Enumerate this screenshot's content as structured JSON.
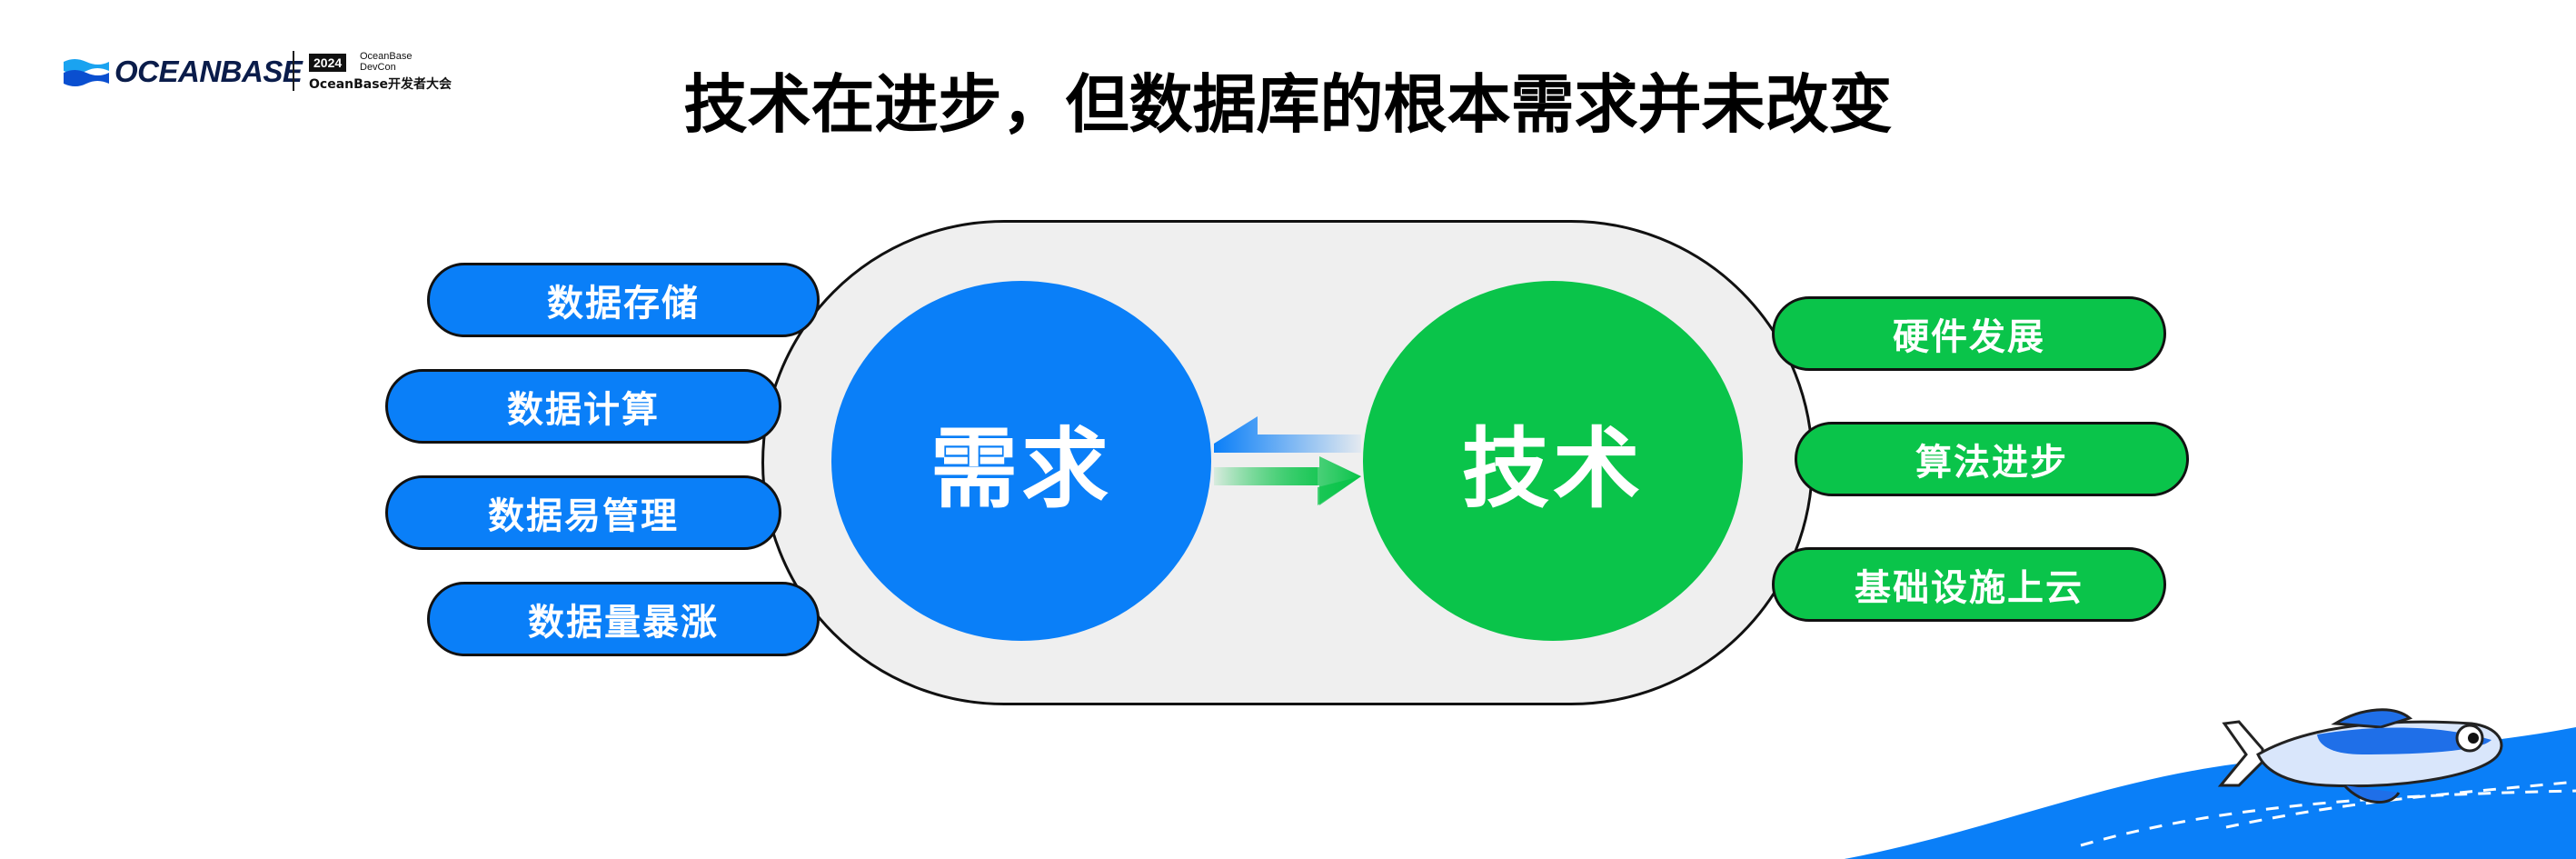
{
  "header": {
    "brand": "OCEANBASE",
    "event_year": "2024",
    "event_line1": "OceanBase",
    "event_line2": "DevCon",
    "event_subtitle": "OceanBase开发者大会"
  },
  "title": "技术在进步，但数据库的根本需求并未改变",
  "center": {
    "demand": "需求",
    "tech": "技术"
  },
  "demand_items": [
    {
      "label": "数据存储"
    },
    {
      "label": "数据计算"
    },
    {
      "label": "数据易管理"
    },
    {
      "label": "数据量暴涨"
    }
  ],
  "tech_items": [
    {
      "label": "硬件发展"
    },
    {
      "label": "算法进步"
    },
    {
      "label": "基础设施上云"
    }
  ],
  "colors": {
    "blue": "#0a7ff8",
    "green": "#0ac44a",
    "capsule": "#efefef",
    "outline": "#111111"
  },
  "icons": {
    "logo": "oceanbase-logo-icon",
    "exchange": "exchange-arrows-icon",
    "mascot": "fish-mascot-icon",
    "wave": "wave-decoration"
  }
}
